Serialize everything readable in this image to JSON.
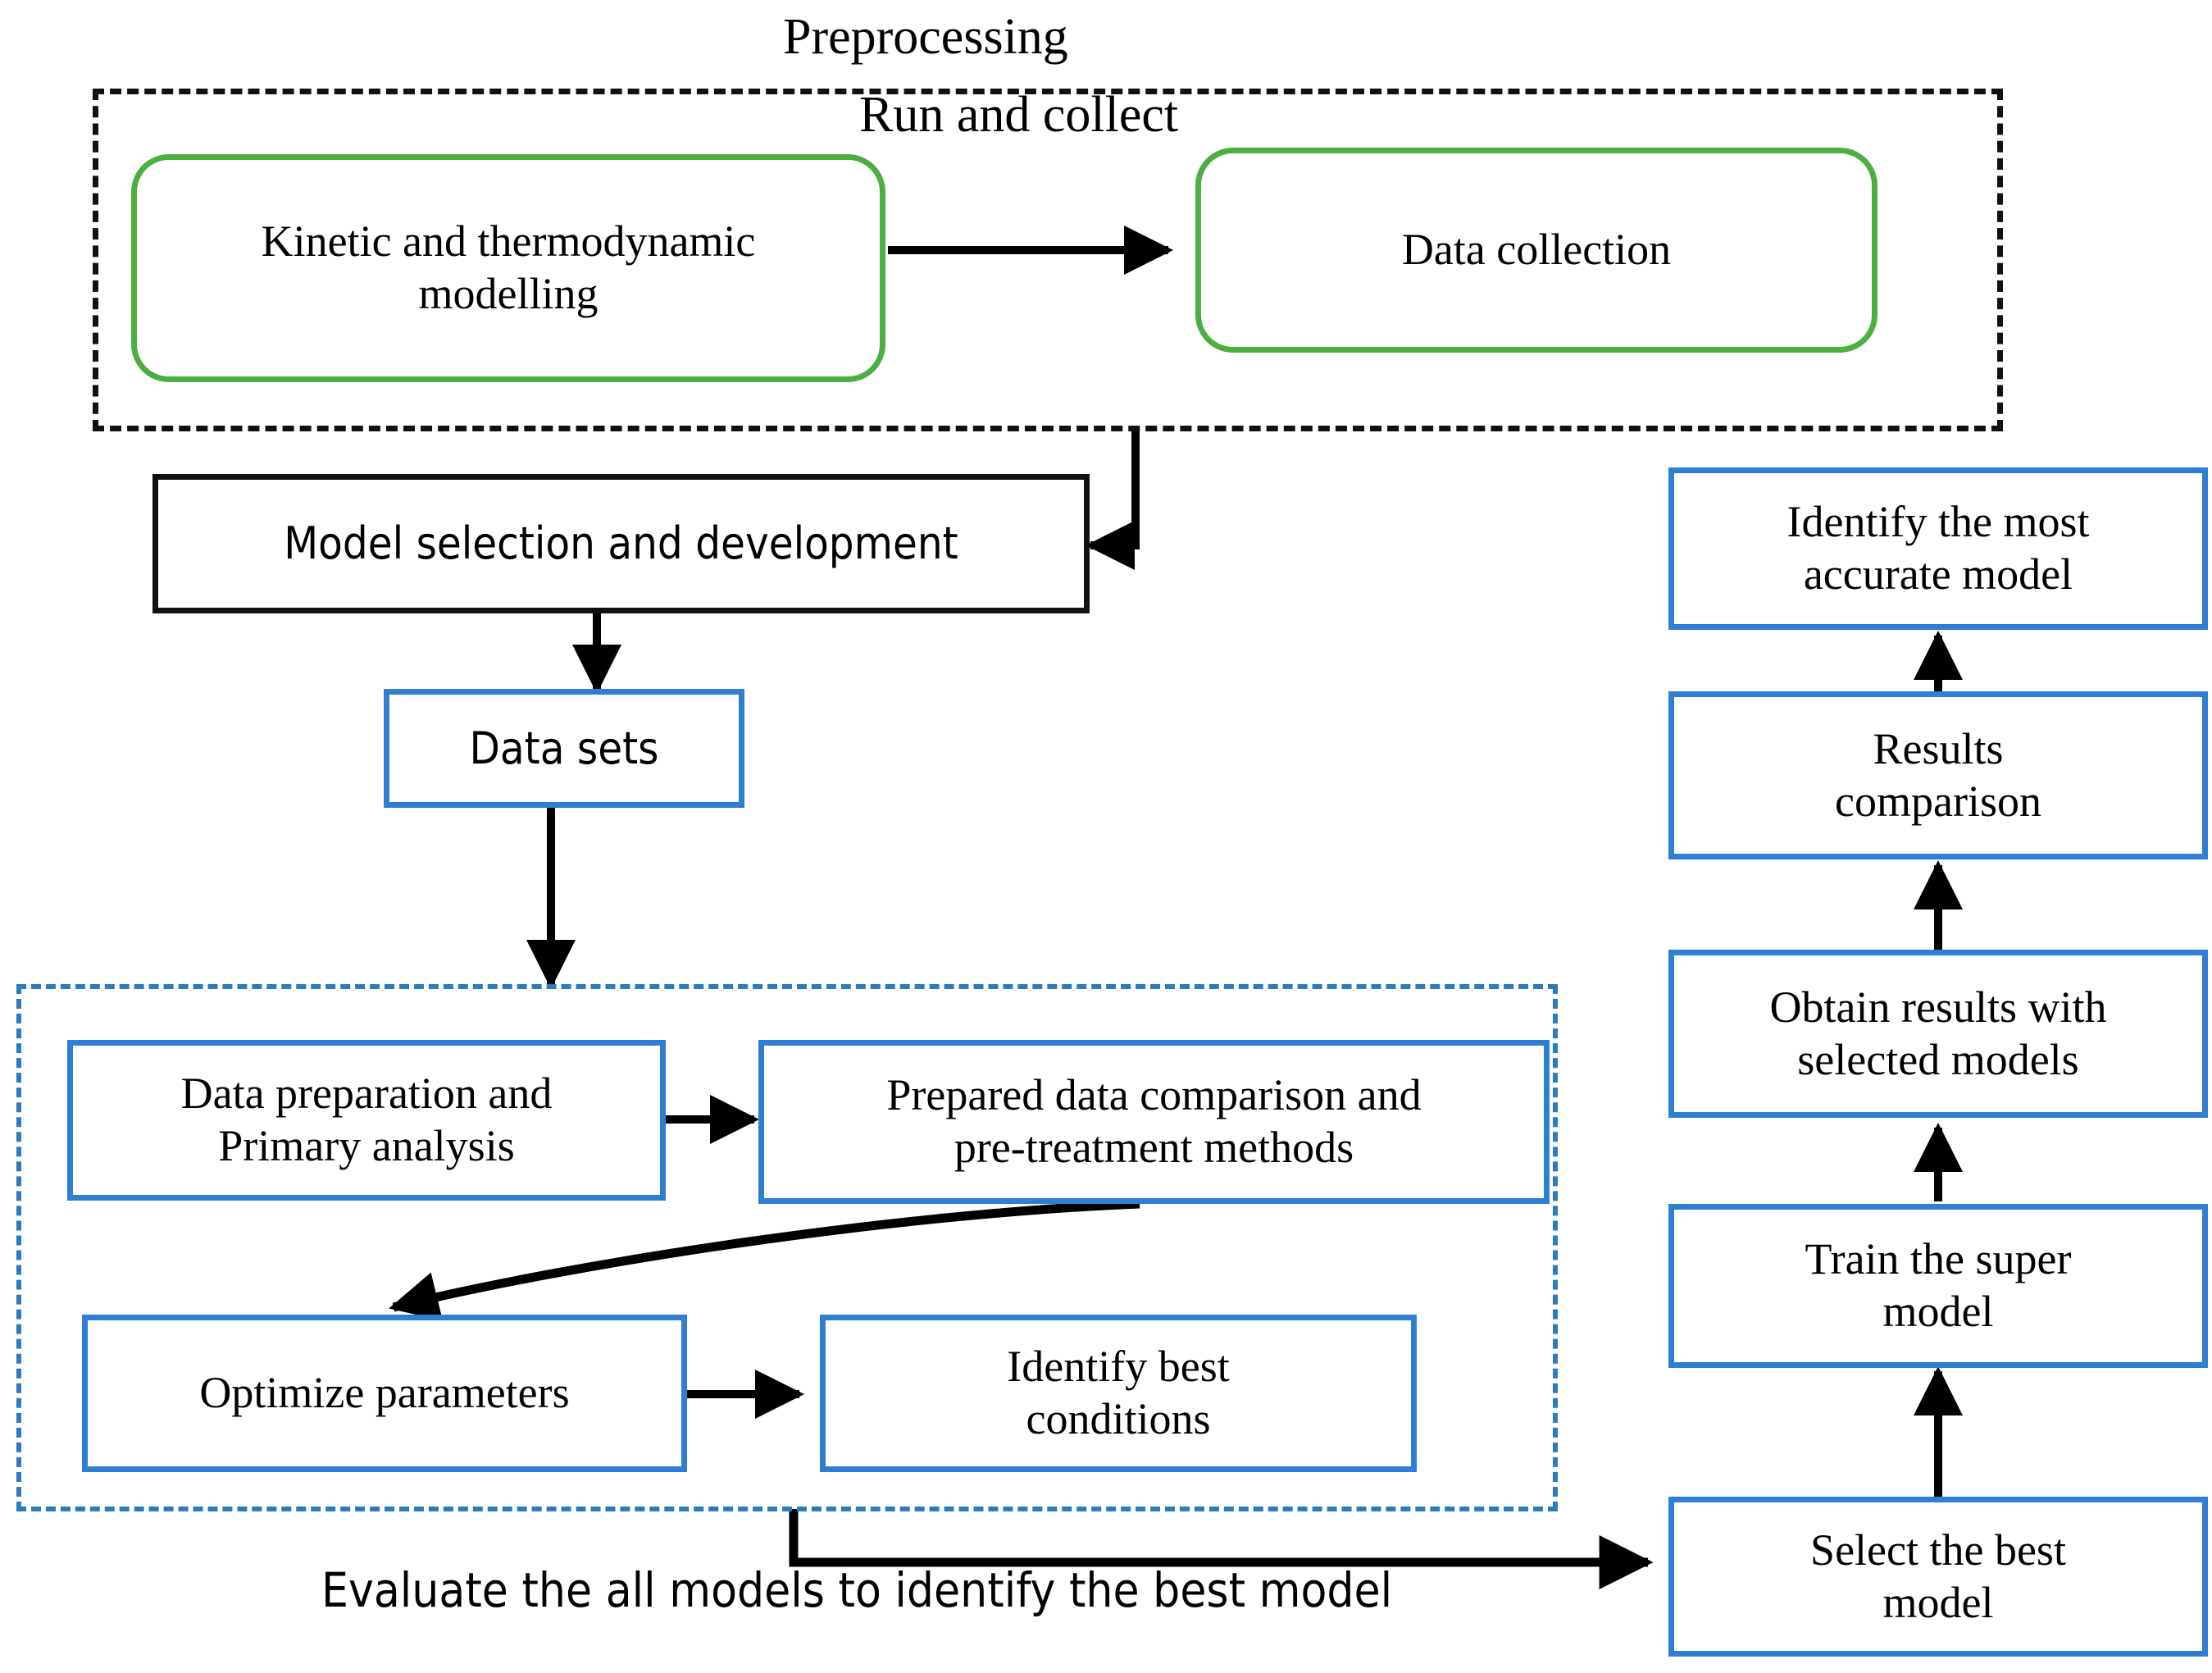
{
  "diagram": {
    "title_caption": "Preprocessing",
    "subtitle_caption": "Run and collect",
    "bottom_caption": "Evaluate the all models to identify the best model",
    "colors": {
      "green_border": "#4caf41",
      "blue_border": "#2e7fd4",
      "black_border": "#111111",
      "teal_dashed": "#2a7bbf",
      "arrow": "#000000",
      "background": "#ffffff"
    },
    "groups": [
      {
        "id": "preprocessing-group",
        "style": "black-dashed"
      },
      {
        "id": "data-preparation-group",
        "style": "blue-dashed"
      }
    ],
    "nodes": [
      {
        "id": "kinetic-thermodynamic-modelling",
        "label": "Kinetic and thermodynamic\nmodelling",
        "shape": "rounded",
        "border": "green"
      },
      {
        "id": "data-collection",
        "label": "Data collection",
        "shape": "rounded",
        "border": "green"
      },
      {
        "id": "model-selection-development",
        "label": "Model selection and development",
        "shape": "rect",
        "border": "black"
      },
      {
        "id": "data-sets",
        "label": "Data sets",
        "shape": "rect",
        "border": "blue"
      },
      {
        "id": "data-preparation-primary-analysis",
        "label": "Data preparation and\nPrimary analysis",
        "shape": "rect",
        "border": "blue"
      },
      {
        "id": "prepared-data-comparison",
        "label": "Prepared data comparison and\npre-treatment methods",
        "shape": "rect",
        "border": "blue"
      },
      {
        "id": "optimize-parameters",
        "label": "Optimize parameters",
        "shape": "rect",
        "border": "blue"
      },
      {
        "id": "identify-best-conditions",
        "label": "Identify best\nconditions",
        "shape": "rect",
        "border": "blue"
      },
      {
        "id": "select-the-best-model",
        "label": "Select the best\nmodel",
        "shape": "rect",
        "border": "blue"
      },
      {
        "id": "train-the-super-model",
        "label": "Train the super\nmodel",
        "shape": "rect",
        "border": "blue"
      },
      {
        "id": "obtain-results-selected-models",
        "label": "Obtain results with\nselected models",
        "shape": "rect",
        "border": "blue"
      },
      {
        "id": "results-comparison",
        "label": "Results\ncomparison",
        "shape": "rect",
        "border": "blue"
      },
      {
        "id": "identify-most-accurate-model",
        "label": "Identify the most\naccurate model",
        "shape": "rect",
        "border": "blue"
      }
    ],
    "edges": [
      {
        "from": "kinetic-thermodynamic-modelling",
        "to": "data-collection",
        "kind": "straight-right"
      },
      {
        "from": "data-collection",
        "to": "model-selection-development",
        "kind": "elbow-down-left"
      },
      {
        "from": "model-selection-development",
        "to": "data-sets",
        "kind": "straight-down"
      },
      {
        "from": "data-sets",
        "to": "data-preparation-group",
        "kind": "straight-down"
      },
      {
        "from": "data-preparation-primary-analysis",
        "to": "prepared-data-comparison",
        "kind": "straight-right"
      },
      {
        "from": "prepared-data-comparison",
        "to": "optimize-parameters",
        "kind": "curved-down-left"
      },
      {
        "from": "optimize-parameters",
        "to": "identify-best-conditions",
        "kind": "straight-right"
      },
      {
        "from": "data-preparation-group",
        "to": "select-the-best-model",
        "kind": "elbow-down-right"
      },
      {
        "from": "select-the-best-model",
        "to": "train-the-super-model",
        "kind": "straight-up"
      },
      {
        "from": "train-the-super-model",
        "to": "obtain-results-selected-models",
        "kind": "straight-up"
      },
      {
        "from": "obtain-results-selected-models",
        "to": "results-comparison",
        "kind": "straight-up"
      },
      {
        "from": "results-comparison",
        "to": "identify-most-accurate-model",
        "kind": "straight-up"
      }
    ]
  }
}
